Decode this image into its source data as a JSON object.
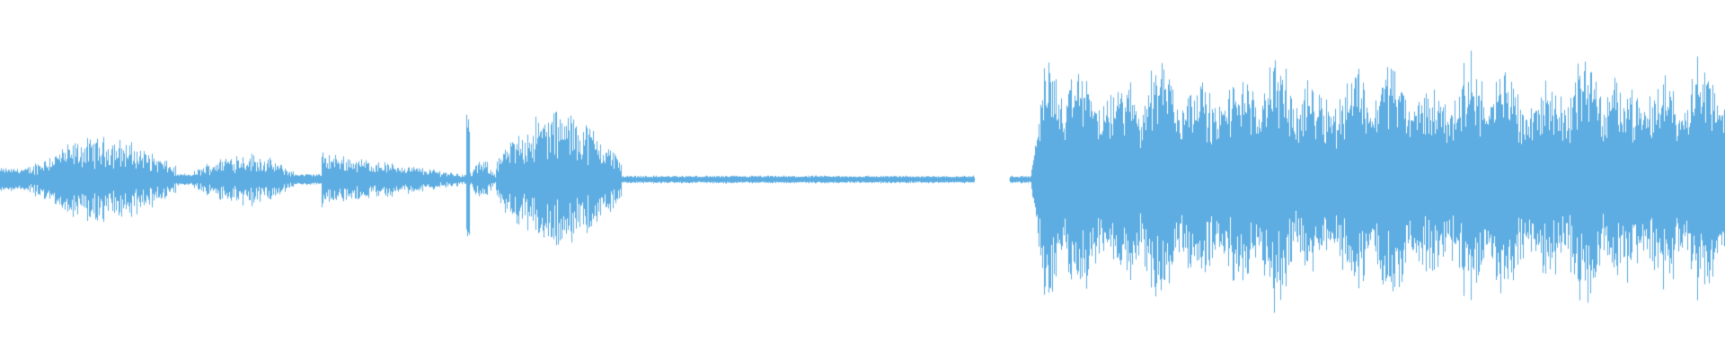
{
  "waveform": {
    "color": "#5dade2",
    "background": "#ffffff",
    "segments": [
      {
        "start": 0.0,
        "end": 0.016,
        "amp": 0.06,
        "style": "steady"
      },
      {
        "start": 0.016,
        "end": 0.102,
        "amp": 0.22,
        "style": "burst"
      },
      {
        "start": 0.102,
        "end": 0.112,
        "amp": 0.03,
        "style": "steady"
      },
      {
        "start": 0.112,
        "end": 0.17,
        "amp": 0.14,
        "style": "burst"
      },
      {
        "start": 0.17,
        "end": 0.186,
        "amp": 0.03,
        "style": "steady"
      },
      {
        "start": 0.186,
        "end": 0.27,
        "amp": 0.14,
        "style": "decay"
      },
      {
        "start": 0.27,
        "end": 0.272,
        "amp": 0.34,
        "style": "spike"
      },
      {
        "start": 0.272,
        "end": 0.287,
        "amp": 0.1,
        "style": "burst"
      },
      {
        "start": 0.287,
        "end": 0.36,
        "amp": 0.36,
        "style": "burst"
      },
      {
        "start": 0.36,
        "end": 0.565,
        "amp": 0.02,
        "style": "steady"
      },
      {
        "start": 0.565,
        "end": 0.585,
        "amp": 0.0,
        "style": "silence"
      },
      {
        "start": 0.585,
        "end": 0.597,
        "amp": 0.02,
        "style": "steady"
      },
      {
        "start": 0.597,
        "end": 1.0,
        "amp": 0.66,
        "style": "loud"
      }
    ]
  }
}
